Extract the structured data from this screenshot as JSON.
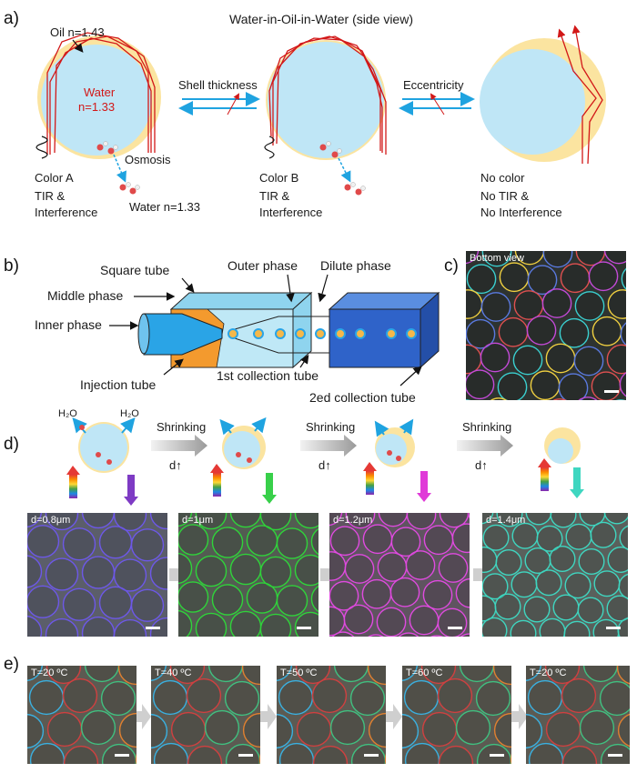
{
  "panel_a": {
    "label": "a)",
    "title": "Water-in-Oil-in-Water (side view)",
    "oil": "Oil n=1.43",
    "water_in_1": "Water",
    "water_in_2": "n=1.33",
    "osmosis": "Osmosis",
    "water_out": "Water n=1.33",
    "shell_thickness": "Shell thickness",
    "eccentricity": "Eccentricity",
    "state_a": [
      "Color A",
      "TIR &",
      "Interference"
    ],
    "state_b": [
      "Color B",
      "TIR &",
      "Interference"
    ],
    "state_c": [
      "No color",
      "No TIR &",
      "No Interference"
    ]
  },
  "panel_b": {
    "label": "b)",
    "square_tube": "Square tube",
    "outer_phase": "Outer phase",
    "dilute_phase": "Dilute phase",
    "middle_phase": "Middle phase",
    "inner_phase": "Inner phase",
    "injection_tube": "Injection tube",
    "first_collection": "1st collection tube",
    "second_collection": "2ed collection tube"
  },
  "panel_c": {
    "label": "c)",
    "tag": "Bottom view"
  },
  "panel_d": {
    "label": "d)",
    "h2o": "H₂O",
    "shrinking": "Shrinking",
    "d_arrow": "d↑",
    "images": [
      "d=0.8μm",
      "d=1μm",
      "d=1.2μm",
      "d=1.4μm"
    ],
    "ring_colors": [
      "#6d58e8",
      "#2fd43a",
      "#e04ae0",
      "#3fd6c0"
    ]
  },
  "panel_e": {
    "label": "e)",
    "images": [
      "T=20 ºC",
      "T=40 ºC",
      "T=50 ºC",
      "T=60 ºC",
      "T=20 ºC"
    ]
  },
  "colors": {
    "water": "#bfe6f6",
    "oil": "#fbe4a0",
    "ray": "#d21818",
    "arrow_blue": "#1fa3e0",
    "inner_phase": "#2aa4e6",
    "middle_phase": "#f39a2e",
    "dilute_phase": "#2f63c9",
    "square_tube": "#8fd4ee"
  }
}
